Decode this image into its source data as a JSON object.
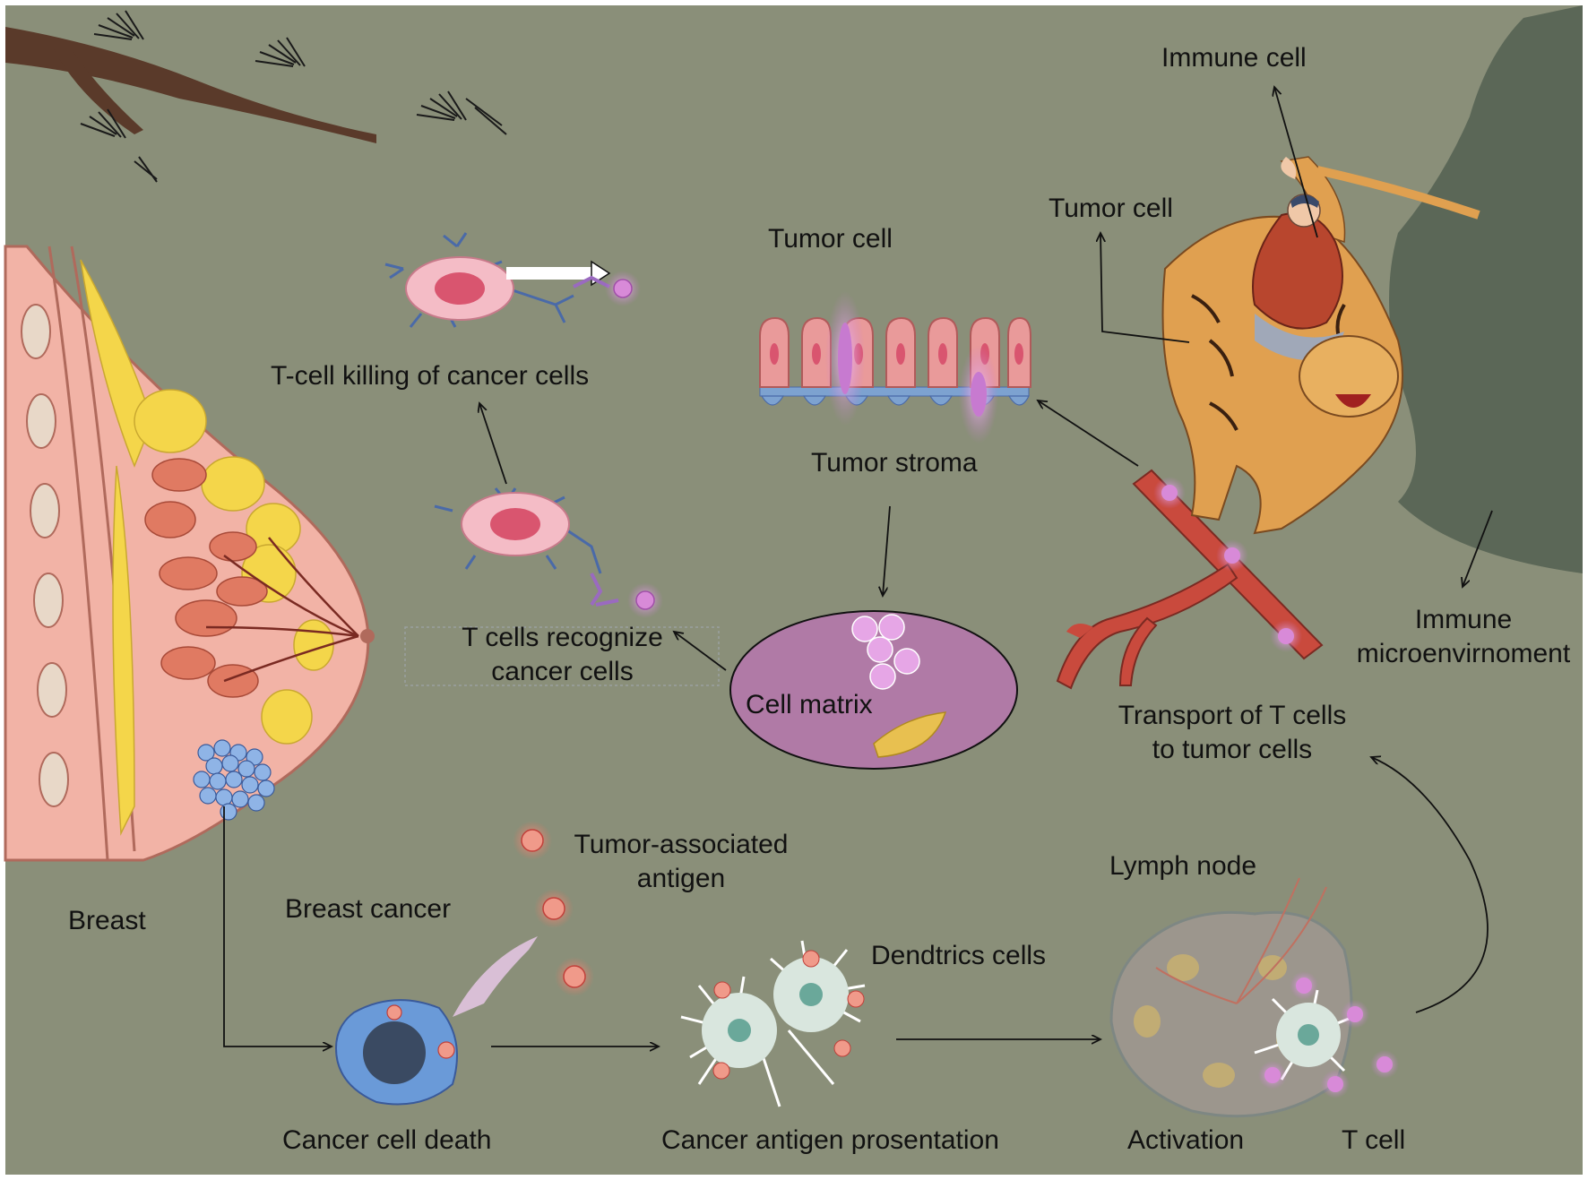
{
  "labels": {
    "immune_cell": "Immune cell",
    "tumor_cell_tiger": "Tumor cell",
    "tumor_cell_stroma": "Tumor cell",
    "tumor_stroma": "Tumor stroma",
    "t_cell_killing": "T-cell killing of cancer cells",
    "t_cells_recognize_line1": "T cells recognize",
    "t_cells_recognize_line2": "cancer cells",
    "cell_matrix": "Cell matrix",
    "immune_micro_line1": "Immune",
    "immune_micro_line2": "microenvirnoment",
    "transport_line1": "Transport of T cells",
    "transport_line2": "to tumor cells",
    "tumor_antigen_line1": "Tumor-associated",
    "tumor_antigen_line2": "antigen",
    "breast": "Breast",
    "breast_cancer": "Breast cancer",
    "dendritic_cells": "Dendtrics cells",
    "lymph_node": "Lymph node",
    "cancer_cell_death": "Cancer cell death",
    "antigen_presentation": "Cancer antigen prosentation",
    "activation": "Activation",
    "t_cell": "T cell"
  },
  "colors": {
    "background": "#8a8f79",
    "arrow": "#111111",
    "breast_skin": "#f2b3a6",
    "fat": "#f4d64a",
    "gland": "#e07a62",
    "tumor_cluster": "#8fb4e6",
    "matrix_oval": "#b07aa6",
    "vessel": "#c94a3d",
    "tiger": "#e0a050",
    "t_cell_body": "#d9e6de",
    "purple_cell": "#c77ad0"
  }
}
